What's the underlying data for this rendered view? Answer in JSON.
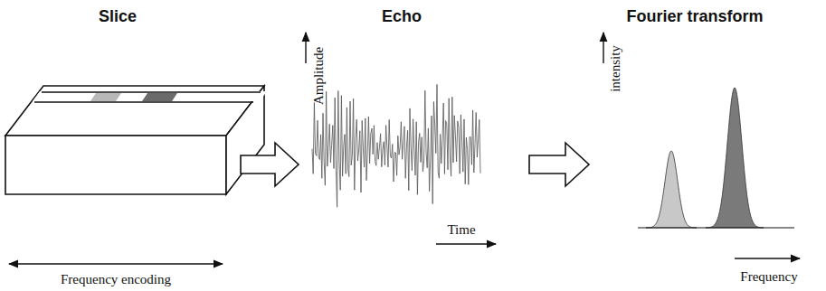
{
  "diagram": {
    "labels": [
      "Slice",
      "Echo",
      "Fourier transform",
      "Amplitude",
      "intensity",
      "Frequency encoding",
      "Time",
      "Frequency"
    ]
  }
}
